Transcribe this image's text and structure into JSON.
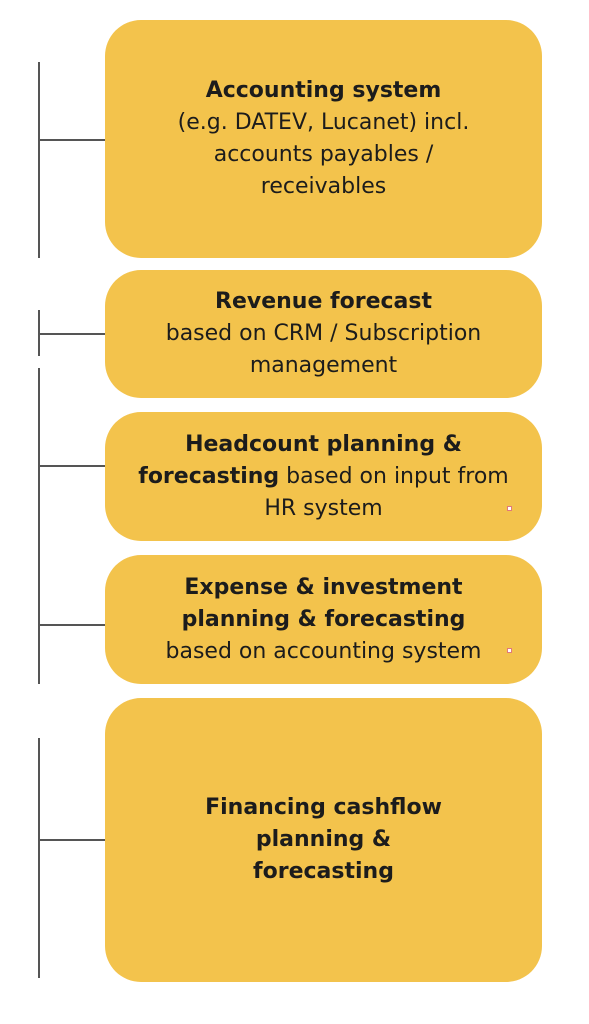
{
  "boxes": [
    {
      "title": "Accounting system",
      "body": "(e.g. DATEV, Lucanet) incl. accounts payables / receivables"
    },
    {
      "title": "Revenue forecast",
      "body": "based on CRM / Subscription management"
    },
    {
      "title": "Headcount planning & forecasting",
      "body": " based on input from HR system"
    },
    {
      "title": "Expense & investment planning & forecasting",
      "body": "based on accounting system"
    },
    {
      "title": "Financing cashflow planning & forecasting",
      "body": ""
    }
  ],
  "colors": {
    "box_fill": "#f3c34c",
    "connector": "#555555"
  }
}
